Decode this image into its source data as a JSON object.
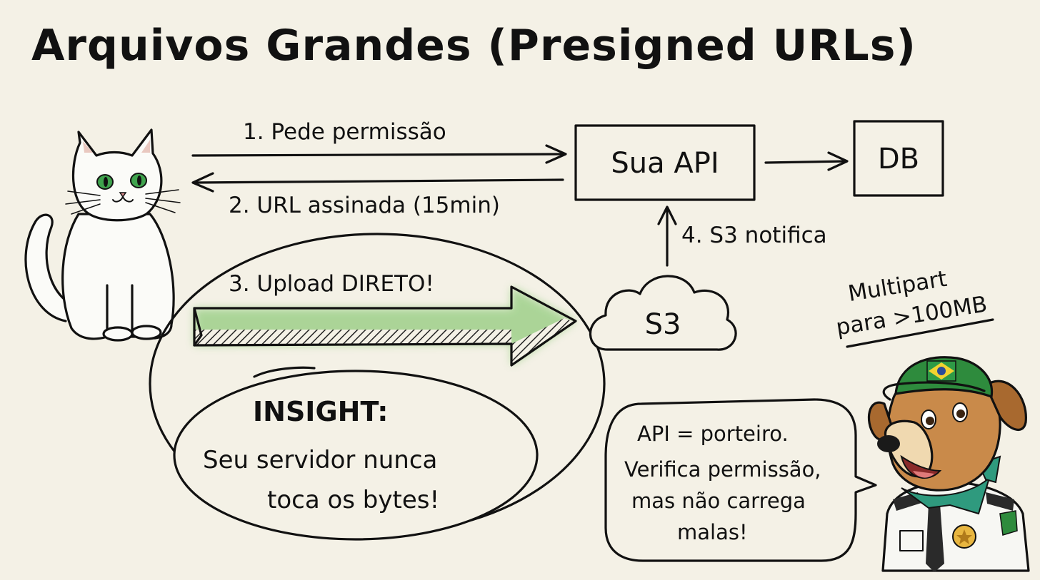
{
  "title": "Arquivos Grandes (Presigned URLs)",
  "steps": {
    "step1": "1. Pede permissão",
    "step2": "2. URL assinada (15min)",
    "step3": "3. Upload DIRETO!",
    "step4": "4. S3 notifica"
  },
  "nodes": {
    "api": "Sua API",
    "db": "DB",
    "s3": "S3"
  },
  "note": {
    "line1": "Multipart",
    "line2": "para >100MB"
  },
  "insight": {
    "heading": "INSIGHT:",
    "line1": "Seu servidor nunca",
    "line2": "toca os bytes!"
  },
  "speech": {
    "line1": "API = porteiro.",
    "line2": "Verifica permissão,",
    "line3": "mas não carrega",
    "line4": "malas!"
  },
  "colors": {
    "background": "#f4f1e6",
    "ink": "#111111",
    "highlight_green": "#9fd08a",
    "cat_eye": "#3fa34d",
    "dog_fur": "#c98a4a",
    "cap_green": "#2e8b3d",
    "bandana": "#2f9a7e"
  },
  "icons": [
    "cat-character",
    "dog-guard-character",
    "cloud-icon",
    "brazil-flag-icon",
    "badge-star-icon"
  ]
}
